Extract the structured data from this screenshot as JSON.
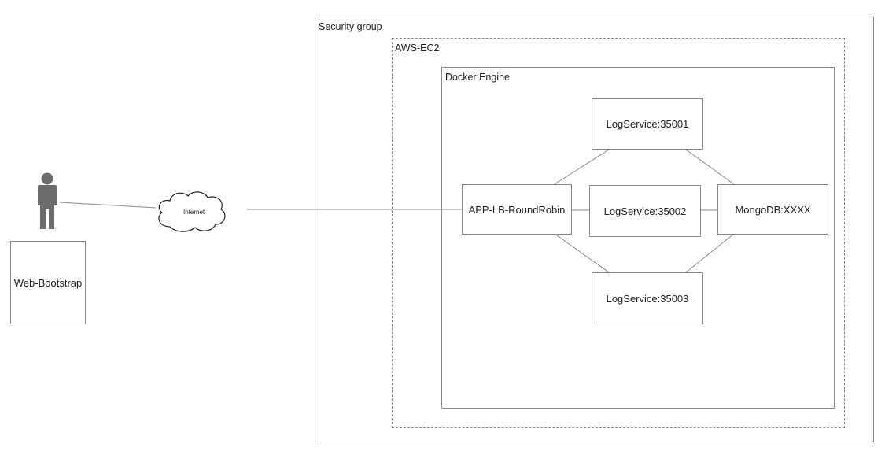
{
  "groups": {
    "security_group": "Security group",
    "aws_ec2": "AWS-EC2",
    "docker_engine": "Docker Engine"
  },
  "nodes": {
    "web_bootstrap": "Web-Bootstrap",
    "internet": "Internet",
    "app_lb": "APP-LB-RoundRobin",
    "log_service_1": "LogService:35001",
    "log_service_2": "LogService:35002",
    "log_service_3": "LogService:35003",
    "mongodb": "MongoDB:XXXX"
  },
  "icons": {
    "user": "person-icon",
    "internet": "cloud-icon"
  }
}
